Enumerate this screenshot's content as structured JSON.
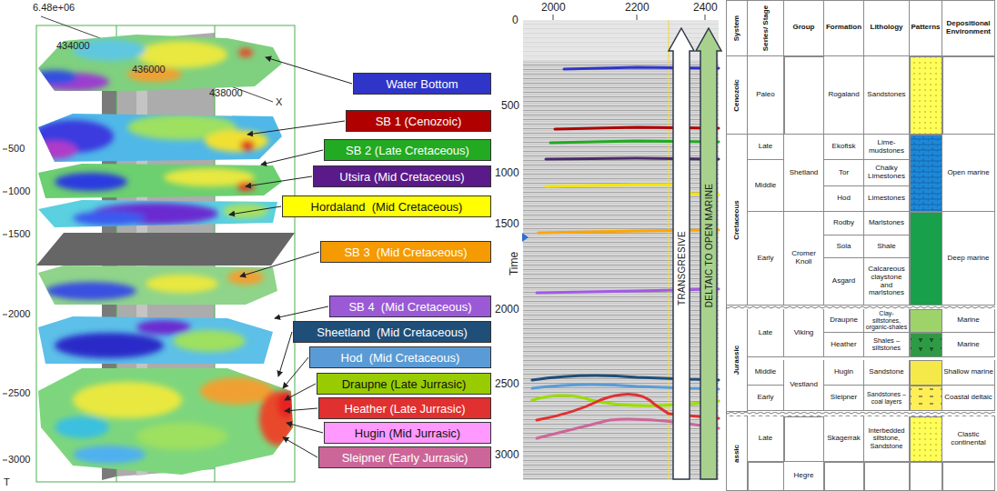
{
  "diagram": {
    "nodes": [
      {
        "text": [
          "Water Bottom"
        ]
      },
      {
        "text": [
          "SB 1 (Cenozoic)"
        ]
      },
      {
        "text": [
          "SB 2 (Late Cretaceous)"
        ]
      },
      {
        "text": [
          "Utsira (Mid Cretaceous)"
        ]
      },
      {
        "text": [
          "Hordaland  (Mid Cretaceous)"
        ]
      },
      {
        "text": [
          "SB 3  (Mid Cretaceous)"
        ]
      },
      {
        "text": [
          "SB 4  (Mid Cretaceous)"
        ]
      },
      {
        "text": [
          "Sheetland  (Mid Cretaceous)"
        ]
      },
      {
        "text": [
          "Hod  (Mid Cretaceous)"
        ]
      },
      {
        "text": [
          "Draupne (Late Jurrasic)"
        ]
      },
      {
        "text": [
          "Heather (Late Jurrasic)"
        ]
      },
      {
        "text": [
          "Hugin (Mid Jurrasic)"
        ]
      },
      {
        "text": [
          "Sleipner (Early Jurrasic)"
        ]
      },
      {
        "text": [
          "TRANSGRESIVE"
        ]
      },
      {
        "text": [
          "DELTAIC TO OPEN MARINE"
        ]
      }
    ],
    "labels": [
      "6.48e+06",
      "434000",
      "436000",
      "438000",
      "X",
      "500",
      "1000",
      "1500",
      "2000",
      "2500",
      "3000",
      "T",
      "2000",
      "2200",
      "2400",
      "0",
      "500",
      "1000",
      "1500",
      "2000",
      "2500",
      "3000",
      "Time",
      "System",
      "Series/ Stage",
      "Group",
      "Formation",
      "Lithology",
      "Patterns",
      "Depositional Environment",
      "Cenozoic",
      "Paleo",
      "Rogaland",
      "Sandstones",
      "Cretaceous",
      "Late",
      "Ekofisk",
      "Lime-mudstones",
      "Shetland",
      "Middle",
      "Tor",
      "Chalky Limestones",
      "Hod",
      "Limestones",
      "Open marine",
      "Early",
      "Cromer Knoll",
      "Rodby",
      "Marlstones",
      "Sola",
      "Shale",
      "Asgard",
      "Calcareous claystone and marlstones",
      "Deep marine",
      "Jurassic",
      "Late",
      "Viking",
      "Draupne",
      "Clay-siltstones, organic-shales",
      "Marine",
      "Heather",
      "Shales – siltstones",
      "Marine",
      "Middle",
      "Vestland",
      "Hugin",
      "Sandstone",
      "Shallow marine",
      "Early",
      "Sleipner",
      "Sandstones – coal layers",
      "Coastal deltaic",
      "assic",
      "Late",
      "Hegre",
      "Skagerrak",
      "Interbedded siltstone, Sandstone",
      "Clastic continental"
    ]
  }
}
